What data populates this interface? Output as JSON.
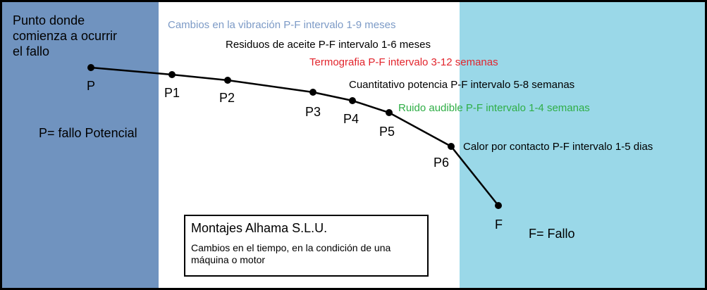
{
  "colors": {
    "left_zone": "#7093bf",
    "middle_zone": "#ffffff",
    "right_zone": "#9ad8e8",
    "line": "#000000",
    "vibration_text": "#7c9ac6",
    "thermography_text": "#e2242c",
    "noise_text": "#2fae46"
  },
  "start_note": [
    "Punto donde",
    "comienza a ocurrir",
    "el fallo"
  ],
  "p_definition": "P= fallo Potencial",
  "f_definition": "F= Fallo",
  "points": [
    {
      "label": "P"
    },
    {
      "label": "P1"
    },
    {
      "label": "P2"
    },
    {
      "label": "P3"
    },
    {
      "label": "P4"
    },
    {
      "label": "P5"
    },
    {
      "label": "P6"
    },
    {
      "label": "F"
    }
  ],
  "intervals": [
    {
      "text": "Cambios en la vibración P-F intervalo 1-9 meses",
      "color": "vibration_text"
    },
    {
      "text": "Residuos de aceite P-F intervalo 1-6 meses",
      "color": "default"
    },
    {
      "text": "Termografia P-F intervalo 3-12 semanas",
      "color": "thermography_text"
    },
    {
      "text": "Cuantitativo potencia P-F intervalo 5-8 semanas",
      "color": "default"
    },
    {
      "text": "Ruido audible P-F intervalo 1-4 semanas",
      "color": "noise_text"
    },
    {
      "text": "Calor por contacto P-F intervalo 1-5 dias",
      "color": "default"
    }
  ],
  "company_box": {
    "name": "Montajes Alhama S.L.U.",
    "description": "Cambios en el tiempo, en la condición de una máquina o motor"
  }
}
